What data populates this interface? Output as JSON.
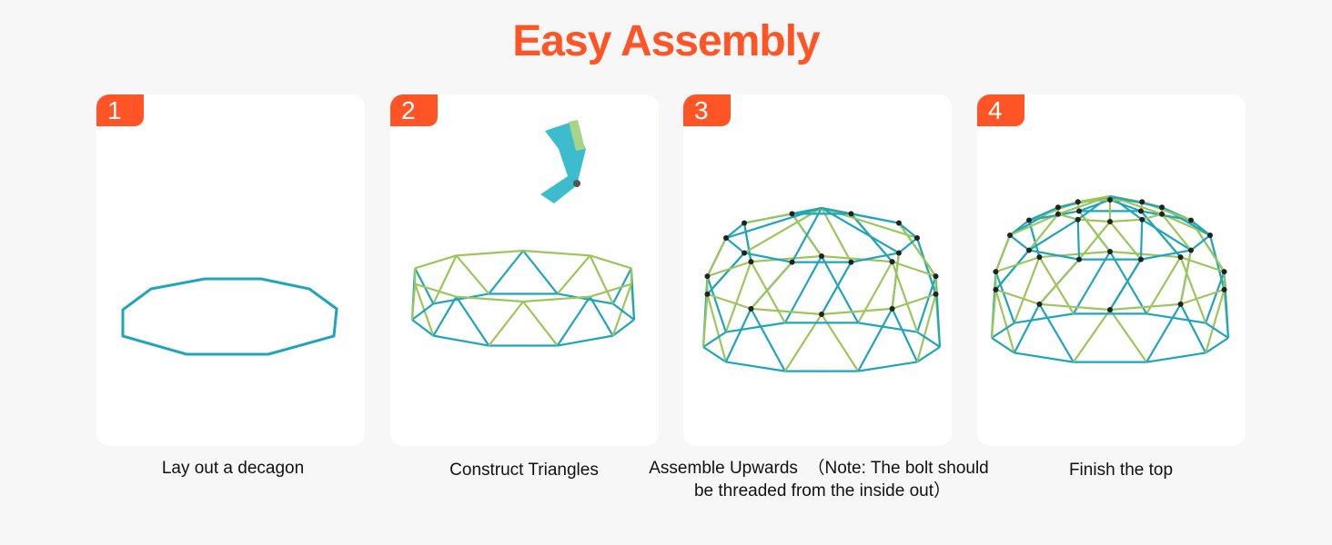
{
  "title": "Easy Assembly",
  "steps": [
    {
      "number": "1",
      "caption": "Lay out a decagon"
    },
    {
      "number": "2",
      "caption": "Construct Triangles"
    },
    {
      "number": "3",
      "caption": "Assemble Upwards  （Note: The bolt should",
      "caption2": "be threaded from the inside out）"
    },
    {
      "number": "4",
      "caption": "Finish the top"
    }
  ],
  "colors": {
    "accent": "#ff5426",
    "teal": "#1ea5bb",
    "green": "#9cc65a"
  }
}
